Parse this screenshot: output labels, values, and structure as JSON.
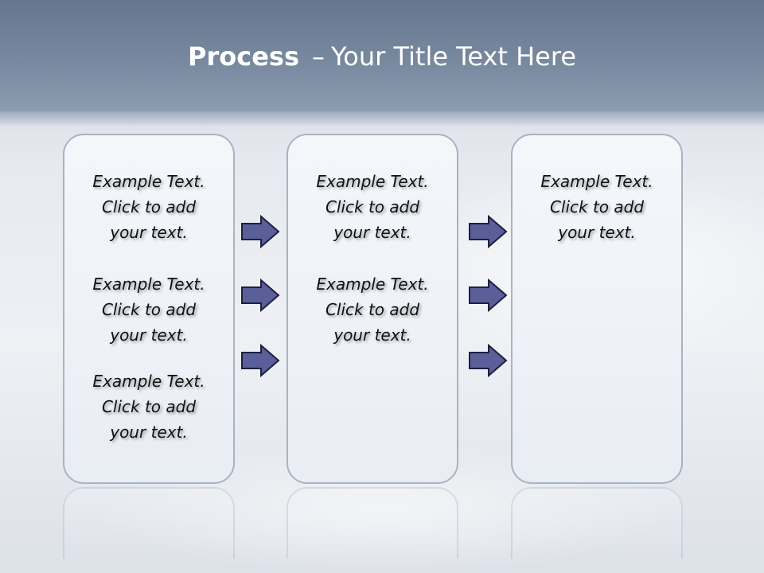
{
  "title": {
    "bold": "Process",
    "separator": "–",
    "rest": "Your Title Text Here"
  },
  "columns": [
    {
      "items": [
        {
          "l1": "Example Text.",
          "l2": "Click  to add",
          "l3": "your text."
        },
        {
          "l1": "Example Text.",
          "l2": "Click  to add",
          "l3": "your text."
        },
        {
          "l1": "Example Text.",
          "l2": "Click  to add",
          "l3": "your text."
        }
      ]
    },
    {
      "items": [
        {
          "l1": "Example Text.",
          "l2": "Click  to add",
          "l3": "your text."
        },
        {
          "l1": "Example Text.",
          "l2": "Click  to add",
          "l3": "your text."
        }
      ]
    },
    {
      "items": [
        {
          "l1": "Example Text.",
          "l2": "Click  to add",
          "l3": "your text."
        }
      ]
    }
  ],
  "colors": {
    "arrow_fill": "#5a5f99",
    "arrow_stroke": "#1d2040",
    "band": "#7a8aa0"
  }
}
